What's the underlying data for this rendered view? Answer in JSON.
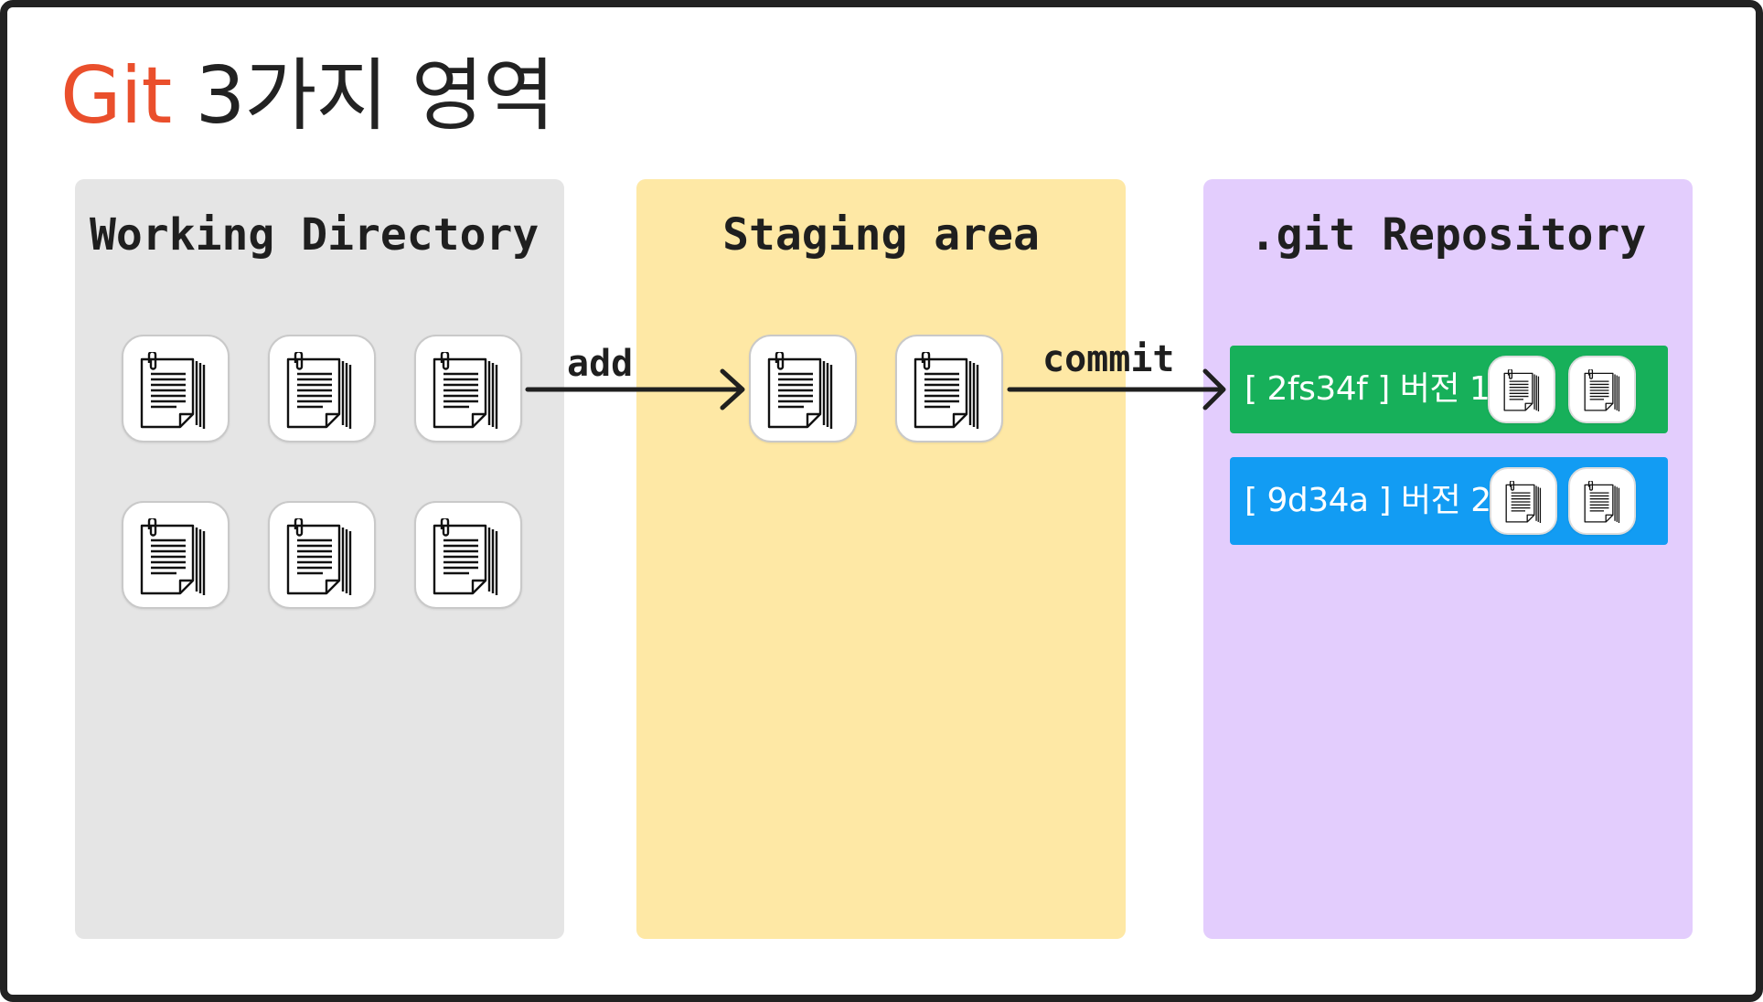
{
  "title": {
    "accent": "Git",
    "rest": " 3가지 영역"
  },
  "colors": {
    "accent": "#ea4f2c",
    "working_bg": "#e5e5e5",
    "staging_bg": "#fee8a5",
    "repo_bg": "#e3cdfd",
    "commit_green": "#17b05a",
    "commit_blue": "#129cf3"
  },
  "areas": {
    "working": {
      "label": "Working Directory",
      "file_count": 6
    },
    "staging": {
      "label": "Staging area",
      "file_count": 2
    },
    "repository": {
      "label": ".git Repository",
      "commits": [
        {
          "label": "[ 2fs34f ] 버전 1",
          "file_count": 2,
          "color": "#17b05a"
        },
        {
          "label": "[ 9d34a ] 버전 2",
          "file_count": 2,
          "color": "#129cf3"
        }
      ]
    }
  },
  "arrows": {
    "add": "add",
    "commit": "commit"
  },
  "icons": {
    "file": "document-icon",
    "arrow": "arrow-right-icon"
  }
}
